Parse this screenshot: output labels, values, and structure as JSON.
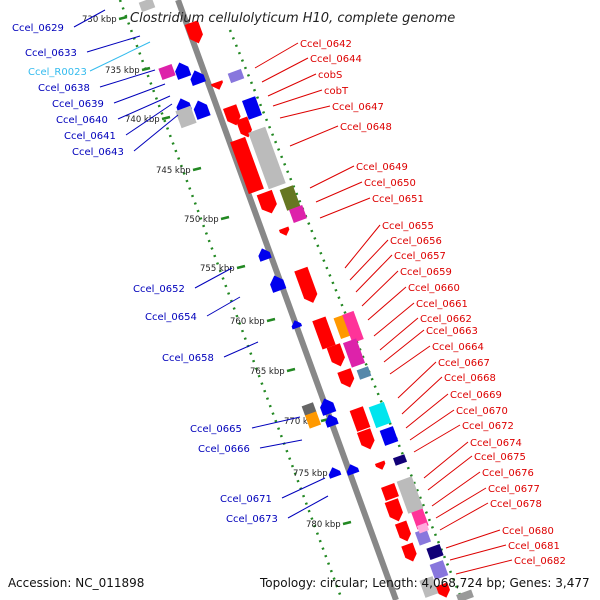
{
  "title": "Clostridium cellulolyticum H10, complete genome",
  "accession": "Accession: NC_011898",
  "topology": "Topology: circular; Length: 4,068,724 bp; Genes: 3,477",
  "colors": {
    "left_label": "#0000bb",
    "rna_label": "#33bbee",
    "right_label": "#dd0000",
    "backbone": "#888888",
    "ticks": "#228822",
    "gene_forward": "#ff0000",
    "gene_reverse": "#0000ee"
  },
  "ticks": [
    "730 kbp",
    "735 kbp",
    "740 kbp",
    "745 kbp",
    "750 kbp",
    "755 kbp",
    "760 kbp",
    "765 kbp",
    "770 kbp",
    "775 kbp",
    "780 kbp"
  ],
  "left_labels": [
    "Ccel_0629",
    "Ccel_0633",
    "Ccel_R0023",
    "Ccel_0638",
    "Ccel_0639",
    "Ccel_0640",
    "Ccel_0641",
    "Ccel_0643",
    "Ccel_0652",
    "Ccel_0654",
    "Ccel_0658",
    "Ccel_0665",
    "Ccel_0666",
    "Ccel_0671",
    "Ccel_0673"
  ],
  "right_labels": [
    "Ccel_0642",
    "Ccel_0644",
    "cobS",
    "cobT",
    "Ccel_0647",
    "Ccel_0648",
    "Ccel_0649",
    "Ccel_0650",
    "Ccel_0651",
    "Ccel_0655",
    "Ccel_0656",
    "Ccel_0657",
    "Ccel_0659",
    "Ccel_0660",
    "Ccel_0661",
    "Ccel_0662",
    "Ccel_0663",
    "Ccel_0664",
    "Ccel_0667",
    "Ccel_0668",
    "Ccel_0669",
    "Ccel_0670",
    "Ccel_0672",
    "Ccel_0674",
    "Ccel_0675",
    "Ccel_0676",
    "Ccel_0677",
    "Ccel_0678",
    "Ccel_0680",
    "Ccel_0681",
    "Ccel_0682"
  ]
}
